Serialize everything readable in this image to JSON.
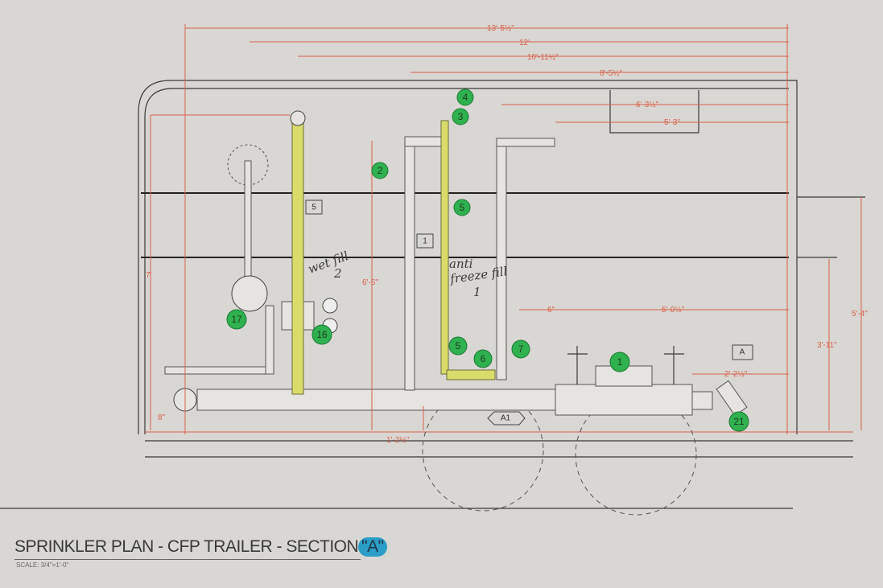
{
  "title": {
    "text": "SPRINKLER PLAN - CFP TRAILER - SECTION",
    "section": "\"A\"",
    "scale": "SCALE: 3/4\"=1'-0\""
  },
  "dimensions": {
    "overall": "13'-5½\"",
    "d12": "12'",
    "d10": "10'-11½\"",
    "d8": "8'-5½\"",
    "d6": "6'-3½\"",
    "d5": "5'-3\"",
    "height_left": "7'",
    "height_mid": "6'-6\"",
    "floor_left": "8\"",
    "floor_mid": "1'-2½\"",
    "gap": "6\"",
    "backflow_run": "5'-0½\"",
    "right_clear": "2'-2½\"",
    "right_h1": "3'-11\"",
    "right_h2": "5'-4\""
  },
  "tags": [
    "4",
    "3",
    "2",
    "5",
    "17",
    "16",
    "5",
    "6",
    "7",
    "1",
    "21"
  ],
  "boxes": {
    "b5": "5",
    "b1": "1",
    "bA": "A",
    "bA1": "A1"
  },
  "notes": {
    "wet": "wet fill",
    "wet_num": "2",
    "anti": "anti",
    "freeze": "freeze fill",
    "anti_num": "1"
  },
  "colors": {
    "dimension": "#d9604a",
    "tag": "#2fb14f",
    "highlight": "#d9dc6a",
    "section_badge": "#2a9ec6"
  }
}
